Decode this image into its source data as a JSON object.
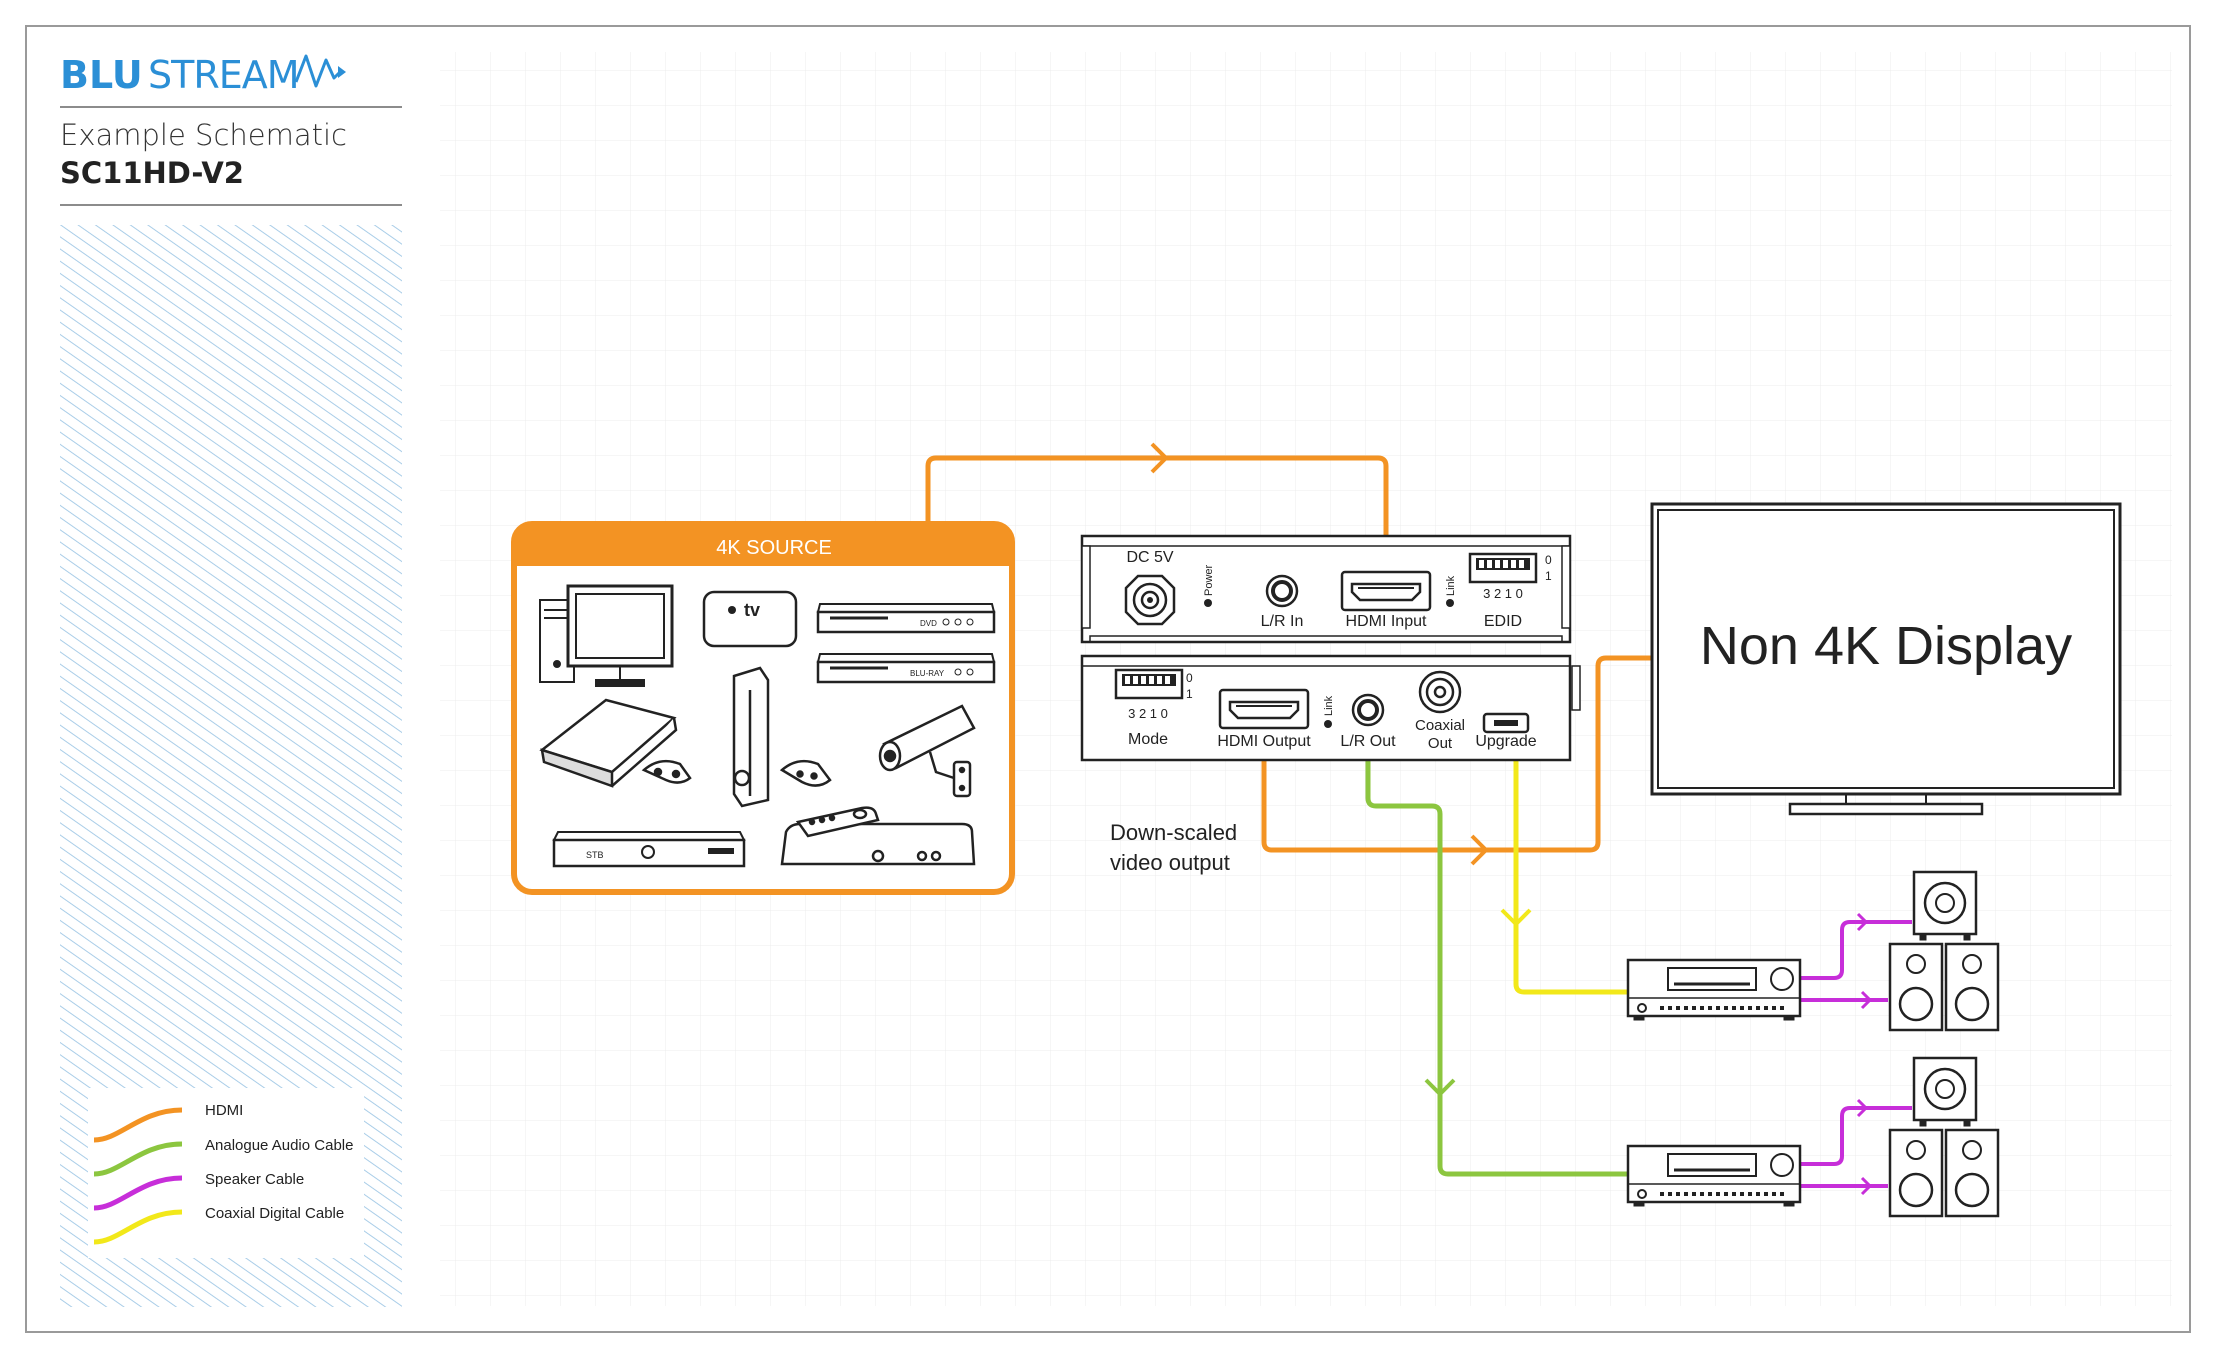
{
  "brand": {
    "part1": "BLU",
    "part2": "STREAM"
  },
  "header": {
    "subtitle": "Example Schematic",
    "model": "SC11HD-V2"
  },
  "source_box": {
    "title": "4K SOURCE"
  },
  "source_devices": {
    "dvd_label": "DVD",
    "bluray_label": "BLU-RAY",
    "stb_label": "STB",
    "appletv_label": "tv"
  },
  "device_front": {
    "dc_label": "DC 5V",
    "power_label": "Power",
    "lr_in_label": "L/R In",
    "hdmi_input_label": "HDMI Input",
    "link_label": "Link",
    "edid_label": "EDID",
    "edid_digits": "3 2 1 0",
    "dip_0": "0",
    "dip_1": "1"
  },
  "device_rear": {
    "mode_digits": "3 2 1 0",
    "mode_label": "Mode",
    "dip_0": "0",
    "dip_1": "1",
    "hdmi_output_label": "HDMI Output",
    "link_label": "Link",
    "lr_out_label": "L/R Out",
    "coaxial_label_1": "Coaxial",
    "coaxial_label_2": "Out",
    "upgrade_label": "Upgrade"
  },
  "display": {
    "label": "Non 4K Display"
  },
  "annotation": {
    "line1": "Down-scaled",
    "line2": "video output"
  },
  "legend": {
    "items": [
      {
        "label": "HDMI",
        "color": "#f39323"
      },
      {
        "label": "Analogue Audio Cable",
        "color": "#8cc63f"
      },
      {
        "label": "Speaker Cable",
        "color": "#c72ed9"
      },
      {
        "label": "Coaxial Digital Cable",
        "color": "#f2e81a"
      }
    ]
  },
  "colors": {
    "hdmi": "#f39323",
    "analogue": "#8cc63f",
    "speaker": "#c72ed9",
    "coaxial": "#f2e81a",
    "brand_blue": "#2b8fd6",
    "frame": "#9a9a9a"
  }
}
